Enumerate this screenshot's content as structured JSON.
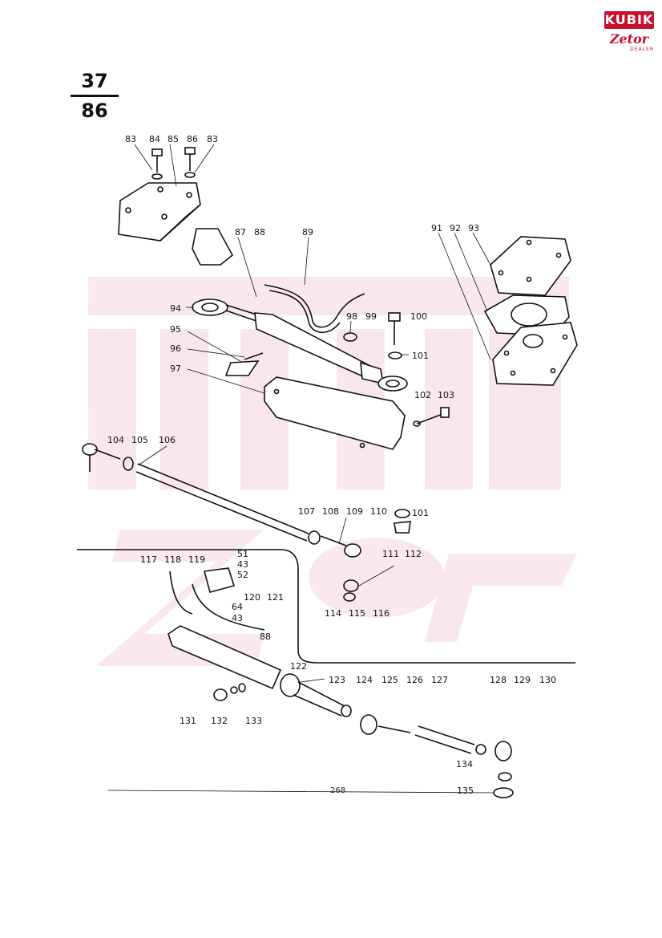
{
  "header": {
    "fraction_top": "37",
    "fraction_bottom": "86"
  },
  "logo": {
    "brand": "KUBIK",
    "sub": "Zetor",
    "dealer": "DEALER",
    "colors": {
      "primary": "#c8102e"
    }
  },
  "footer": {
    "page_number": "268"
  },
  "callouts": [
    "83",
    "84",
    "85",
    "86",
    "83",
    "87",
    "88",
    "89",
    "91",
    "92",
    "93",
    "94",
    "95",
    "96",
    "97",
    "98",
    "99",
    "100",
    "101",
    "102",
    "103",
    "104",
    "105",
    "106",
    "107",
    "108",
    "109",
    "110",
    "101",
    "111",
    "112",
    "51",
    "43",
    "52",
    "64",
    "43",
    "117",
    "118",
    "119",
    "120",
    "121",
    "88",
    "122",
    "114",
    "115",
    "116",
    "123",
    "124",
    "125",
    "126",
    "127",
    "128",
    "129",
    "130",
    "131",
    "132",
    "133",
    "134",
    "135"
  ]
}
